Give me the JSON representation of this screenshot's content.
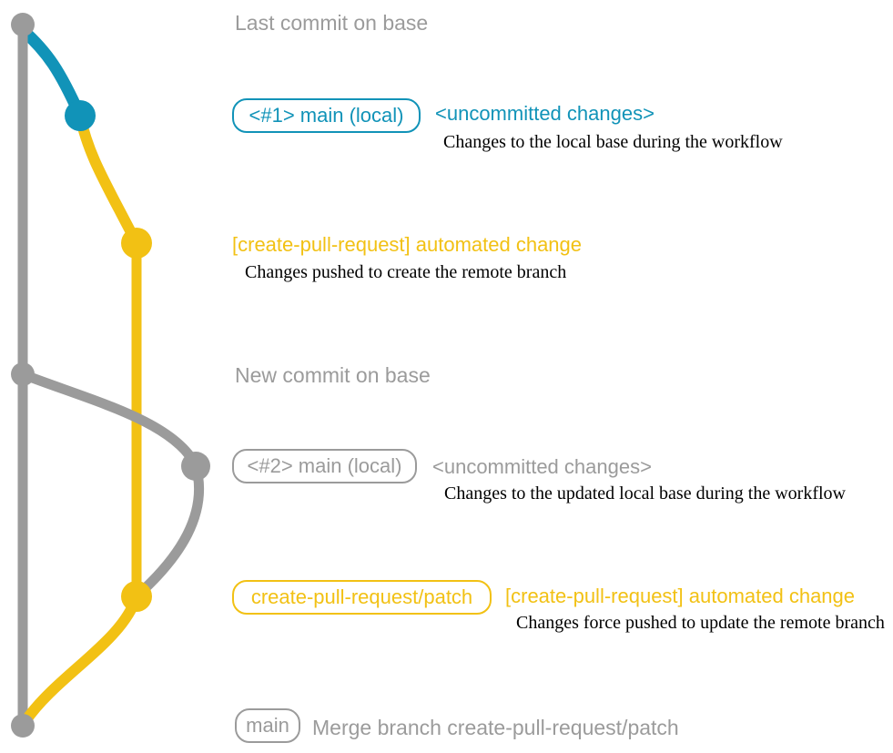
{
  "colors": {
    "gray": "#9b9b9b",
    "blue": "#1193b8",
    "yellow": "#f2c114",
    "description_text": "#000000",
    "background": "#ffffff"
  },
  "rows": [
    {
      "title": "Last commit on base"
    },
    {
      "badge": "<#1> main (local)",
      "status": "<uncommitted changes>",
      "desc": "Changes to the local base during the workflow"
    },
    {
      "title": "[create-pull-request] automated change",
      "desc": "Changes pushed to create the remote branch"
    },
    {
      "title": "New commit on base"
    },
    {
      "badge": "<#2> main (local)",
      "status": "<uncommitted changes>",
      "desc": "Changes to the updated local base during the workflow"
    },
    {
      "badge": "create-pull-request/patch",
      "title": "[create-pull-request] automated change",
      "desc": "Changes force pushed to update the remote branch"
    },
    {
      "badge": "main",
      "title": "Merge branch create-pull-request/patch"
    }
  ]
}
